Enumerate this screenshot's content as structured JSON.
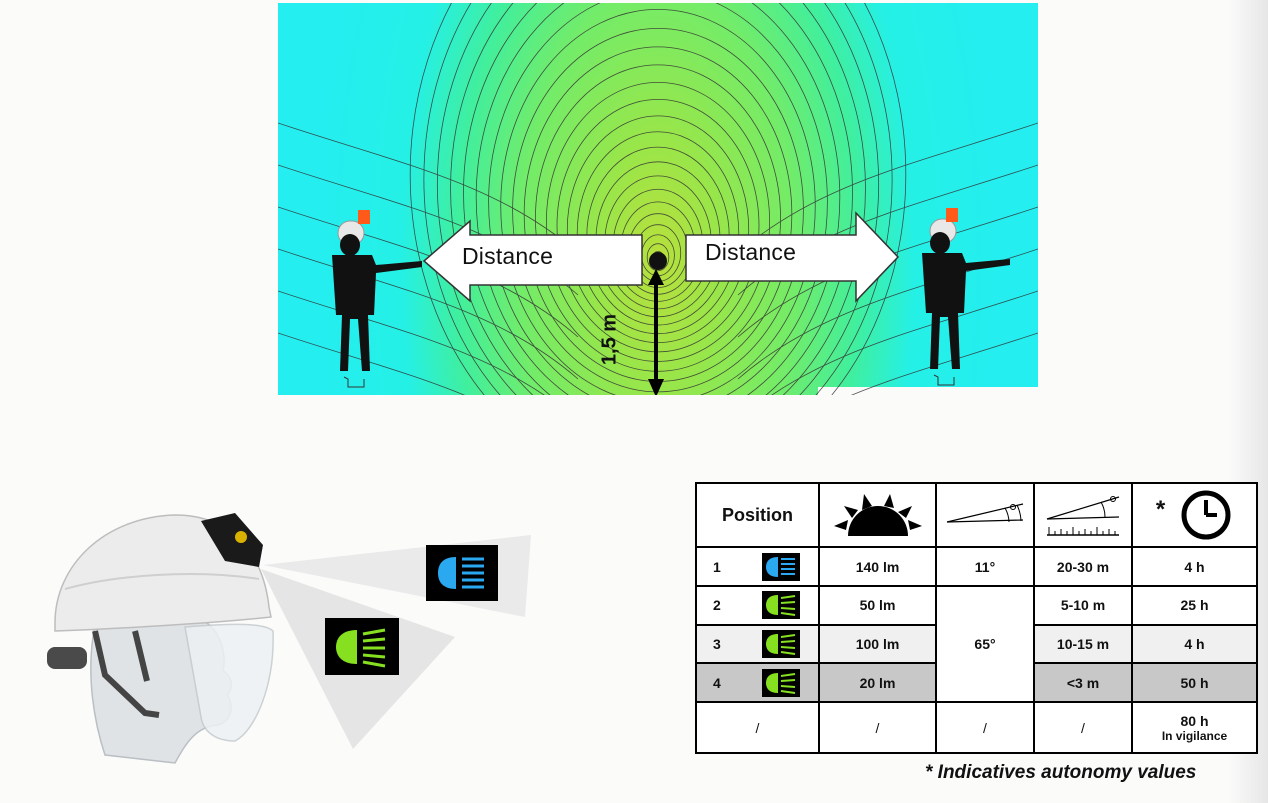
{
  "diagram": {
    "distance_left_label": "Distance",
    "distance_right_label": "Distance",
    "height_label": "1,5 m"
  },
  "table": {
    "header": {
      "position_label": "Position",
      "flux_icon": "sun-icon",
      "angle_icon": "beam-angle-icon",
      "range_icon": "range-ruler-icon",
      "autonomy_mark": "*",
      "autonomy_icon": "clock-icon"
    },
    "rows": [
      {
        "position": "1",
        "icon": "spot-beam-icon",
        "icon_color": "#2aa8f0",
        "flux": "140 lm",
        "angle": "11°",
        "range": "20-30 m",
        "autonomy": "4 h"
      },
      {
        "position": "2",
        "icon": "flood-beam-icon",
        "icon_color": "#86e020",
        "flux": "50 lm",
        "angle": "65°",
        "range": "5-10 m",
        "autonomy": "25 h"
      },
      {
        "position": "3",
        "icon": "flood-beam-icon",
        "icon_color": "#86e020",
        "flux": "100 lm",
        "angle": "65°",
        "range": "10-15 m",
        "autonomy": "4 h"
      },
      {
        "position": "4",
        "icon": "flood-beam-icon",
        "icon_color": "#86e020",
        "flux": "20 lm",
        "angle": "65°",
        "range": "<3 m",
        "autonomy": "50 h"
      }
    ],
    "vigilance_row": {
      "position": "/",
      "flux": "/",
      "angle": "/",
      "range": "/",
      "autonomy": "80 h",
      "autonomy_note": "In vigilance"
    }
  },
  "footnote": "* Indicatives autonomy values",
  "colors": {
    "spot": "#2aa8f0",
    "flood": "#86e020",
    "field_outer": "#25f0ee",
    "field_inner": "#8ce650"
  }
}
